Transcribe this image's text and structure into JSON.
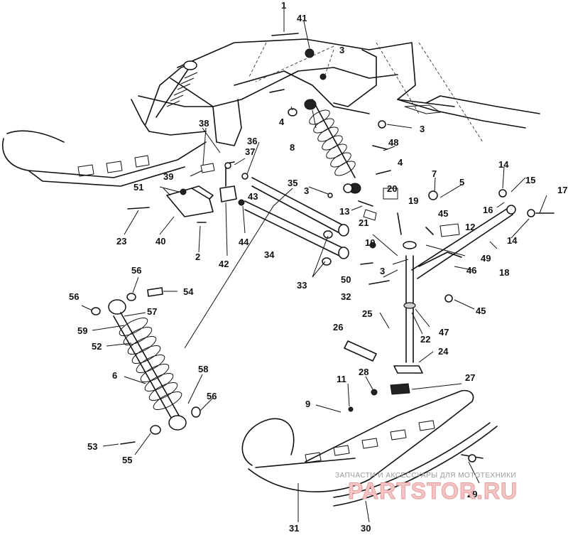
{
  "labels": {
    "p1": "1",
    "p2": "2",
    "p3": "3",
    "p4": "4",
    "p5": "5",
    "p6": "6",
    "p7": "7",
    "p8": "8",
    "p9": "9",
    "p10": "10",
    "p11": "11",
    "p12": "12",
    "p13": "13",
    "p14": "14",
    "p15": "15",
    "p16": "16",
    "p17": "17",
    "p18": "18",
    "p19": "19",
    "p20": "20",
    "p21": "21",
    "p22": "22",
    "p23": "23",
    "p24": "24",
    "p25": "25",
    "p26": "26",
    "p27": "27",
    "p28": "28",
    "p29": "29",
    "p30": "30",
    "p31": "31",
    "p32": "32",
    "p33": "33",
    "p34": "34",
    "p35": "35",
    "p36": "36",
    "p37": "37",
    "p38": "38",
    "p39": "39",
    "p40": "40",
    "p41": "41",
    "p42": "42",
    "p43": "43",
    "p44": "44",
    "p45": "45",
    "p46": "46",
    "p47": "47",
    "p48": "48",
    "p49": "49",
    "p50": "50",
    "p51": "51",
    "p52": "52",
    "p53": "53",
    "p54": "54",
    "p55": "55",
    "p56": "56",
    "p57": "57",
    "p58": "58",
    "p59": "59"
  },
  "watermark": {
    "text": "ЗАПЧАСТИ И АКСЕССУАРЫ ДЛЯ МОТОТЕХНИКИ",
    "logo": "PARTSTOR.RU"
  }
}
